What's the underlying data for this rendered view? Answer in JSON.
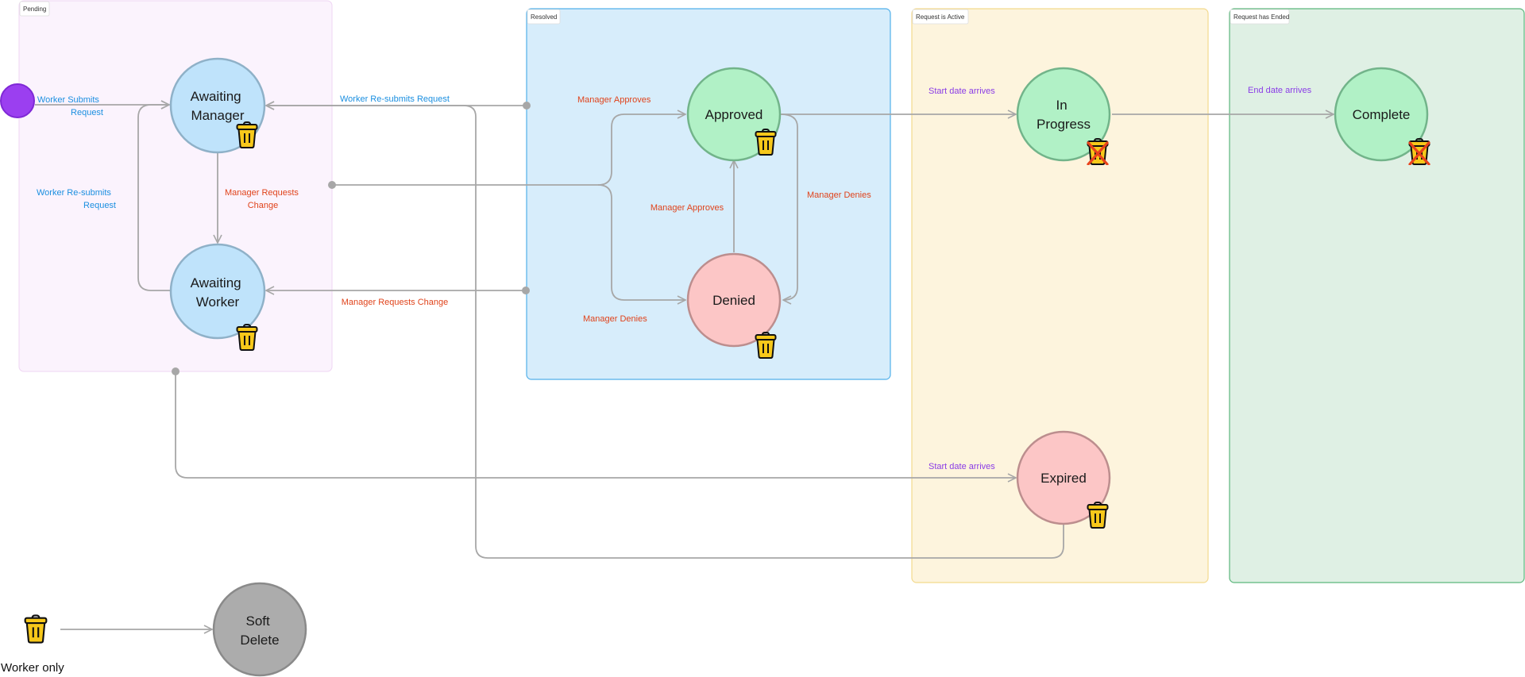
{
  "colors": {
    "edge": "#a7a7a7",
    "label_blue": "#1b8fe0",
    "label_red": "#e0431b",
    "label_purple": "#8a3ce6",
    "state_blue": "#bfe3fb",
    "state_green": "#b1f1c6",
    "state_red": "#fcc6c6",
    "state_gray": "#acacac",
    "trash_yellow": "#f7c81a"
  },
  "groups": {
    "pending": "Pending",
    "resolved": "Resolved",
    "active": "Request is Active",
    "ended": "Request has Ended"
  },
  "states": {
    "awaiting_manager": [
      "Awaiting",
      "Manager"
    ],
    "awaiting_worker": [
      "Awaiting",
      "Worker"
    ],
    "approved": [
      "Approved"
    ],
    "denied": [
      "Denied"
    ],
    "in_progress": [
      "In",
      "Progress"
    ],
    "expired": [
      "Expired"
    ],
    "complete": [
      "Complete"
    ],
    "soft_delete": [
      "Soft",
      "Delete"
    ]
  },
  "transitions": {
    "worker_submits": [
      "Worker Submits",
      "Request"
    ],
    "worker_resubmits_top": [
      "Worker Re-submits Request"
    ],
    "worker_resubmits_left": [
      "Worker Re-submits",
      "Request"
    ],
    "manager_requests_change_vertical": [
      "Manager Requests",
      "Change"
    ],
    "manager_requests_change_horizontal": [
      "Manager Requests Change"
    ],
    "manager_approves_top": [
      "Manager Approves"
    ],
    "manager_approves_middle": [
      "Manager Approves"
    ],
    "manager_denies_right": [
      "Manager Denies"
    ],
    "manager_denies_bottom": [
      "Manager Denies"
    ],
    "start_date_top": [
      "Start date arrives"
    ],
    "start_date_bottom": [
      "Start date arrives"
    ],
    "end_date": [
      "End date arrives"
    ]
  },
  "legend": {
    "icon": "trash-icon",
    "label": "Worker only"
  }
}
